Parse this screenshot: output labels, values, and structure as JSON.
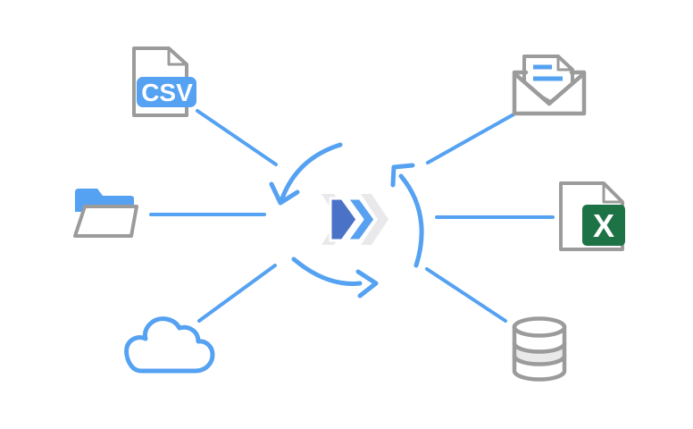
{
  "colors": {
    "accent_blue": "#55a1f2",
    "outline_gray": "#9b9b9b",
    "chevron_dark_blue": "#4a73c7",
    "chevron_light_blue": "#58a0f0",
    "chevron_gray": "#e9e9ec",
    "excel_green": "#1e7346",
    "database_band_gray": "#e9e9e9",
    "label_white": "#ffffff"
  },
  "diagram": {
    "center_icon": "sync-chevrons-icon",
    "cycle_arrow_count": "3",
    "sources": [
      {
        "id": "csv-file",
        "icon": "csv-file-icon",
        "label": "CSV"
      },
      {
        "id": "folder",
        "icon": "open-folder-icon",
        "label": ""
      },
      {
        "id": "cloud",
        "icon": "cloud-icon",
        "label": ""
      },
      {
        "id": "email",
        "icon": "open-envelope-icon",
        "label": ""
      },
      {
        "id": "excel-file",
        "icon": "excel-file-icon",
        "label": "X"
      },
      {
        "id": "database",
        "icon": "database-icon",
        "label": ""
      }
    ]
  }
}
